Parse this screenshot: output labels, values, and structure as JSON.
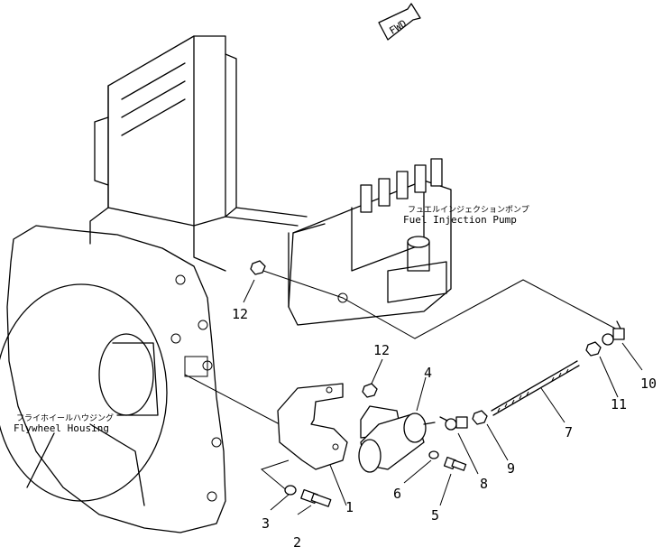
{
  "fwd": "FWD",
  "labels": {
    "fuel_pump_jp": "フュエルインジェクションポンプ",
    "fuel_pump_en": "Fuel Injection Pump",
    "flywheel_jp": "フライホイールハウジング",
    "flywheel_en": "Flywheel Housing"
  },
  "callouts": {
    "c1": "1",
    "c2": "2",
    "c3": "3",
    "c4": "4",
    "c5": "5",
    "c6": "6",
    "c7": "7",
    "c8": "8",
    "c9": "9",
    "c10": "10",
    "c11": "11",
    "c12a": "12",
    "c12b": "12"
  }
}
